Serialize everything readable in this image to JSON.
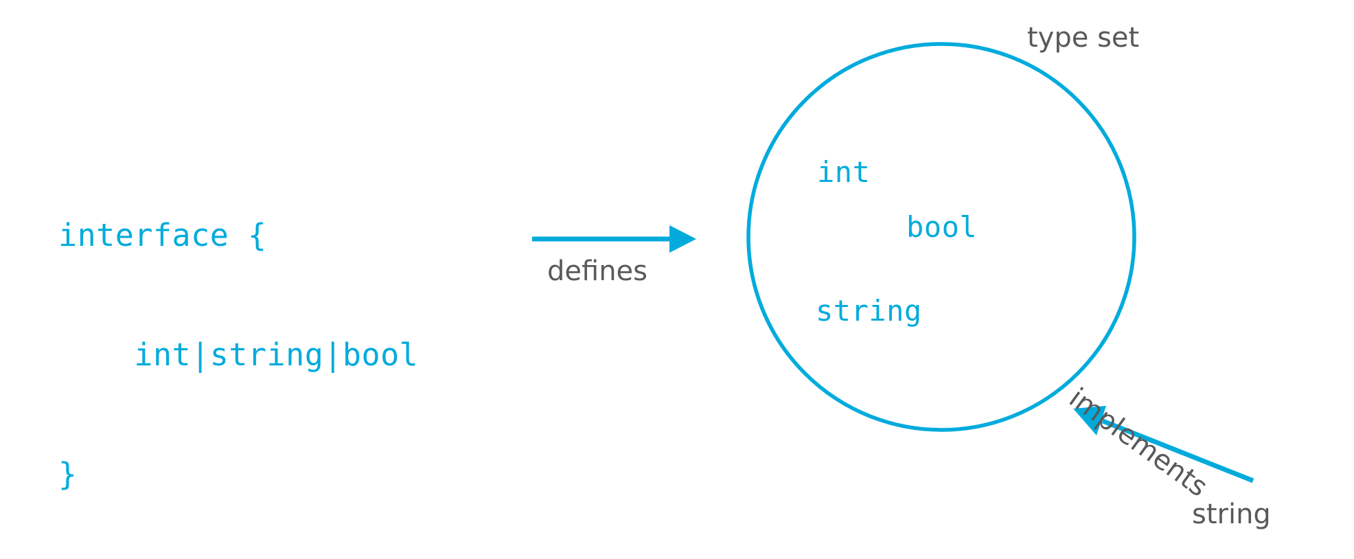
{
  "diagram": {
    "title": "Go interface type set diagram",
    "colors": {
      "accent": "#00abdc",
      "text": "#595959",
      "background": "#ffffff"
    },
    "code": {
      "line1": "interface {",
      "line2": "    int|string|bool",
      "line3": "}"
    },
    "type_set": {
      "caption": "type set",
      "members": {
        "int": "int",
        "bool": "bool",
        "string": "string"
      }
    },
    "edges": {
      "defines": "defines",
      "implements": "implements"
    },
    "implementer": {
      "name": "string"
    }
  }
}
